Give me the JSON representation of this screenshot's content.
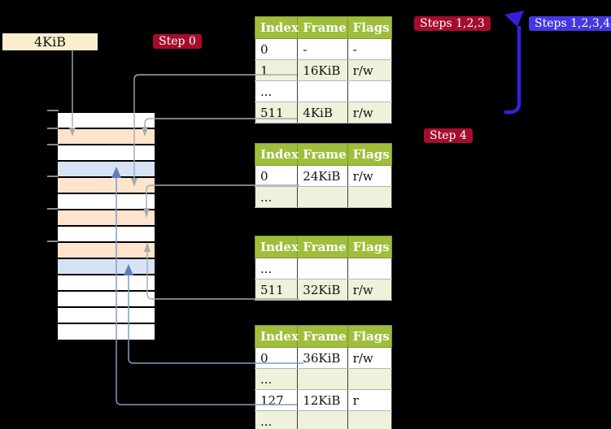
{
  "labels": {
    "frame_size": "4KiB",
    "step0": "Step 0",
    "steps123": "Steps 1,2,3",
    "steps1234": "Steps 1,2,3,4",
    "step4": "Step 4"
  },
  "table_headers": [
    "Index",
    "Frame",
    "Flags"
  ],
  "tables": [
    {
      "rows": [
        {
          "index": "0",
          "frame": "-",
          "flags": "-"
        },
        {
          "index": "1",
          "frame": "16KiB",
          "flags": "r/w"
        },
        {
          "index": "...",
          "frame": "",
          "flags": ""
        },
        {
          "index": "511",
          "frame": "4KiB",
          "flags": "r/w",
          "highlighted": true
        }
      ]
    },
    {
      "rows": [
        {
          "index": "0",
          "frame": "24KiB",
          "flags": "r/w"
        },
        {
          "index": "...",
          "frame": "",
          "flags": ""
        }
      ]
    },
    {
      "rows": [
        {
          "index": "...",
          "frame": "",
          "flags": ""
        },
        {
          "index": "511",
          "frame": "32KiB",
          "flags": "r/w"
        }
      ]
    },
    {
      "rows": [
        {
          "index": "0",
          "frame": "36KiB",
          "flags": "r/w"
        },
        {
          "index": "...",
          "frame": "",
          "flags": ""
        },
        {
          "index": "127",
          "frame": "12KiB",
          "flags": "r"
        },
        {
          "index": "...",
          "frame": "",
          "flags": ""
        }
      ]
    }
  ],
  "memory_column": {
    "row_colors": [
      "white",
      "orange",
      "white",
      "blue",
      "orange",
      "white",
      "orange",
      "white",
      "orange",
      "blue",
      "white",
      "white",
      "white",
      "white"
    ]
  },
  "colors": {
    "badge_red": "#a40d2b",
    "badge_blue": "#4637e2",
    "frame_label_bg": "#fbeecd",
    "table_header_green": "#9fbe3b",
    "table_row_green": "#eef2da",
    "highlight_yellow": "#ffff9e",
    "memory_orange": "#fce5cc",
    "memory_blue": "#d6e3f5",
    "connector_gray": "#a9a9a9",
    "connector_blue": "#7d9dc8",
    "big_arrow_blue": "#3520d8"
  }
}
